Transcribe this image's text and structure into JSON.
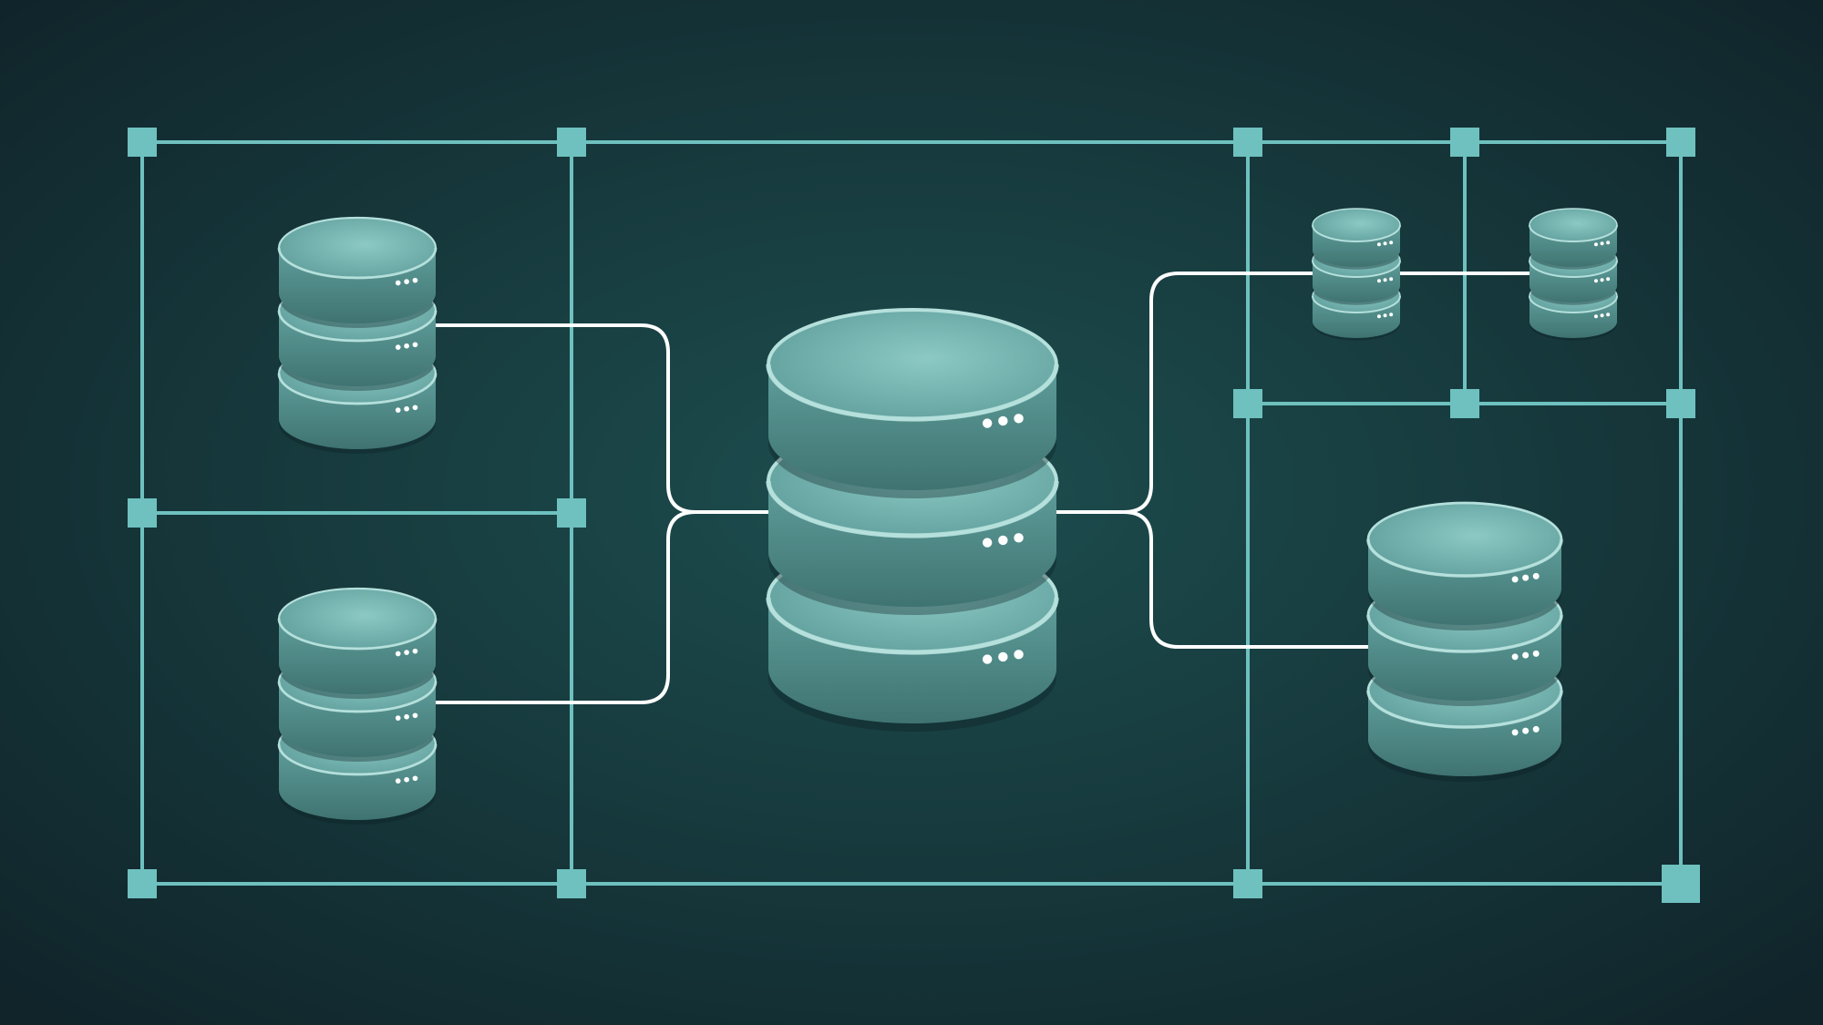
{
  "colors": {
    "background_center": "#1d4e4f",
    "background_edge": "#10242a",
    "grid_line": "#6ec1bf",
    "grid_node": "#6ec1bf",
    "connector": "#ffffff",
    "disk_light": "#8cc9c5",
    "disk_mid": "#5f9e9b",
    "disk_dark": "#3f7371",
    "disk_rim": "#b5e0dc",
    "indicator_dots": "#ffffff"
  },
  "diagram": {
    "grid_cells": [
      {
        "name": "left-top-cell"
      },
      {
        "name": "left-bottom-cell"
      },
      {
        "name": "center-cell"
      },
      {
        "name": "right-top-left-cell"
      },
      {
        "name": "right-top-right-cell"
      },
      {
        "name": "right-bottom-cell"
      }
    ],
    "databases": [
      {
        "name": "database-left-top",
        "role": "source",
        "icon": "database-icon",
        "disks": 3
      },
      {
        "name": "database-left-bottom",
        "role": "source",
        "icon": "database-icon",
        "disks": 3
      },
      {
        "name": "database-central",
        "role": "hub",
        "icon": "database-icon",
        "disks": 3
      },
      {
        "name": "database-right-top-1",
        "role": "replica",
        "icon": "database-icon",
        "disks": 3
      },
      {
        "name": "database-right-top-2",
        "role": "replica",
        "icon": "database-icon",
        "disks": 3
      },
      {
        "name": "database-right-bottom",
        "role": "replica",
        "icon": "database-icon",
        "disks": 3
      }
    ],
    "connections": [
      {
        "from": "database-left-top",
        "to": "database-central"
      },
      {
        "from": "database-left-bottom",
        "to": "database-central"
      },
      {
        "from": "database-central",
        "to": "database-right-top-1"
      },
      {
        "from": "database-right-top-1",
        "to": "database-right-top-2"
      },
      {
        "from": "database-central",
        "to": "database-right-bottom"
      }
    ]
  }
}
